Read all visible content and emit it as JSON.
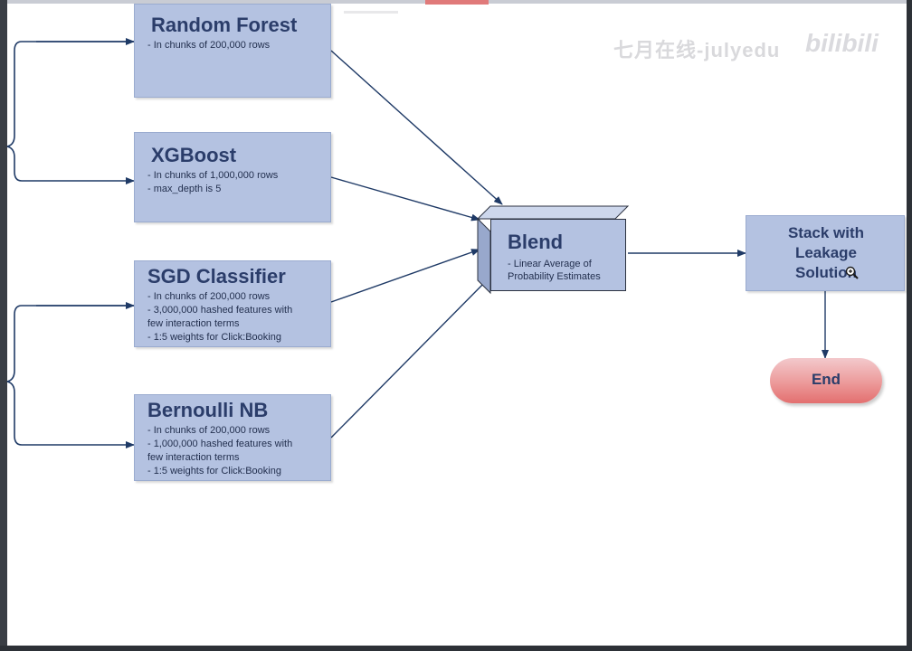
{
  "watermark": {
    "text": "七月在线-julyedu",
    "logo": "bilibili"
  },
  "nodes": {
    "random_forest": {
      "title": "Random Forest",
      "lines": [
        "- In chunks of 200,000 rows"
      ]
    },
    "xgboost": {
      "title": "XGBoost",
      "lines": [
        "- In chunks of 1,000,000 rows",
        "- max_depth is 5"
      ]
    },
    "sgd": {
      "title": "SGD Classifier",
      "lines": [
        "- In chunks of 200,000 rows",
        "- 3,000,000 hashed features with",
        "few interaction terms",
        "- 1:5 weights for Click:Booking"
      ]
    },
    "bernoulli": {
      "title": "Bernoulli NB",
      "lines": [
        "- In chunks of 200,000 rows",
        "- 1,000,000 hashed features with",
        "few interaction terms",
        "- 1:5 weights for Click:Booking"
      ]
    },
    "blend": {
      "title": "Blend",
      "lines": [
        "- Linear Average of",
        "Probability Estimates"
      ]
    },
    "stack": {
      "lines": [
        "Stack with",
        "Leakage",
        "Solution"
      ]
    },
    "end": {
      "label": "End"
    }
  },
  "colors": {
    "box_fill": "#b4c2e1",
    "arrow": "#1f3a66",
    "end_fill": "#ec9a9a"
  }
}
